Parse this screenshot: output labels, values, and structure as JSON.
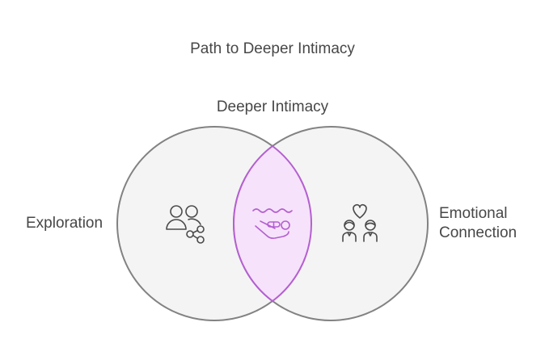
{
  "diagram": {
    "title": "Path to Deeper Intimacy",
    "overlap_label": "Deeper Intimacy",
    "left": {
      "label": "Exploration",
      "icon": "people-share-icon"
    },
    "right": {
      "label_line1": "Emotional",
      "label_line2": "Connection",
      "icon": "couple-heart-icon"
    },
    "overlap": {
      "icon": "hand-offering-pills-icon"
    }
  },
  "colors": {
    "text": "#474747",
    "circle_fill": "#f4f4f4",
    "circle_stroke": "#828282",
    "overlap_fill": "#f6e2fa",
    "overlap_stroke": "#b45fd1",
    "icon": "#4a4a4a"
  }
}
